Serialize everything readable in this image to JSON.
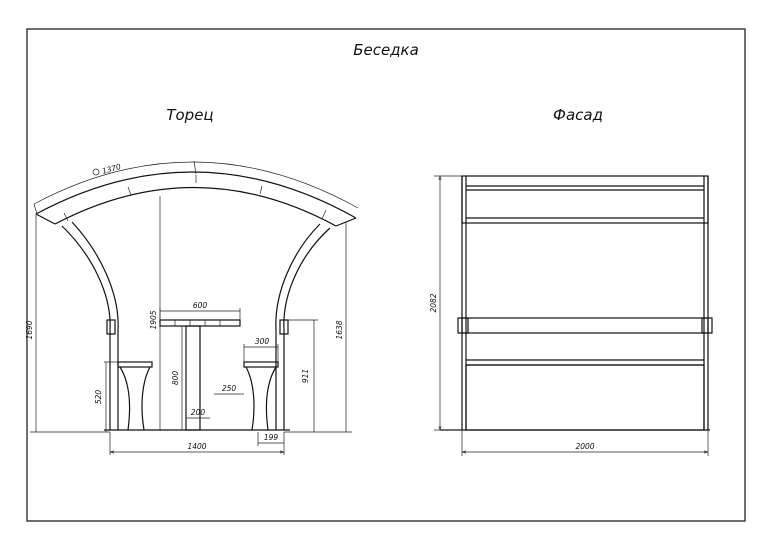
{
  "title": "Беседка",
  "views": {
    "end": {
      "label": "Торец"
    },
    "facade": {
      "label": "Фасад"
    }
  },
  "dimensions": {
    "roof_arc": "1370",
    "left_height": "1690",
    "right_height": "1638",
    "center_height": "1905",
    "table_top": "600",
    "table_height": "800",
    "bench_seat": "300",
    "bench_height": "911",
    "bench_low": "520",
    "table_base": "200",
    "leg_offset": "250",
    "base_width": "1400",
    "side_offset": "199",
    "facade_height": "2082",
    "facade_width": "2000"
  }
}
